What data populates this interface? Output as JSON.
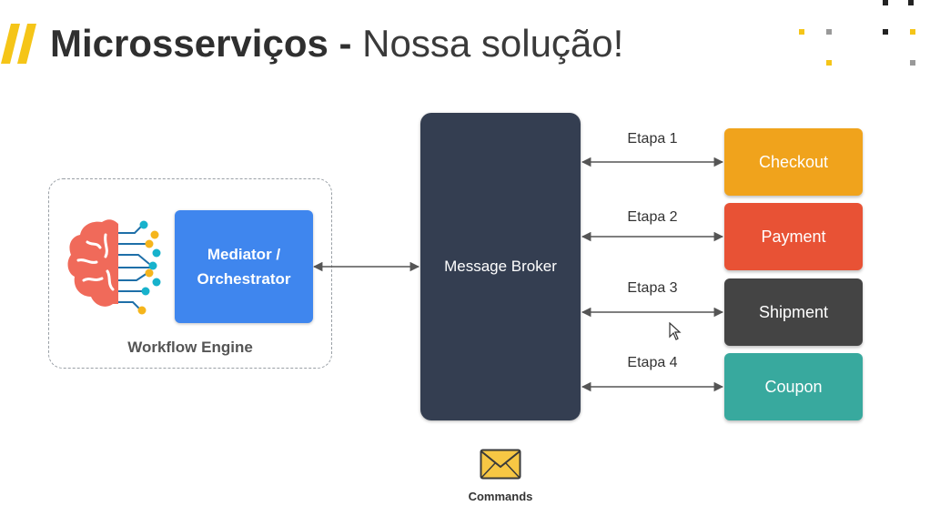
{
  "header": {
    "title_bold": "Microsserviços -",
    "title_light": " Nossa solução!"
  },
  "workflow": {
    "mediator_line1": "Mediator /",
    "mediator_line2": "Orchestrator",
    "engine_label": "Workflow Engine"
  },
  "broker": {
    "label": "Message Broker"
  },
  "steps": [
    {
      "label": "Etapa 1",
      "service": "Checkout",
      "color": "#f0a31c"
    },
    {
      "label": "Etapa 2",
      "service": "Payment",
      "color": "#e85235"
    },
    {
      "label": "Etapa 3",
      "service": "Shipment",
      "color": "#444444"
    },
    {
      "label": "Etapa 4",
      "service": "Coupon",
      "color": "#38a99e"
    }
  ],
  "footer": {
    "commands_label": "Commands"
  },
  "colors": {
    "accent_yellow": "#f5c518",
    "mediator_blue": "#3f86ee",
    "broker_dark": "#343e51",
    "brain": "#f06a5a"
  },
  "icons": [
    "brain-icon",
    "envelope-icon",
    "cursor-icon"
  ]
}
